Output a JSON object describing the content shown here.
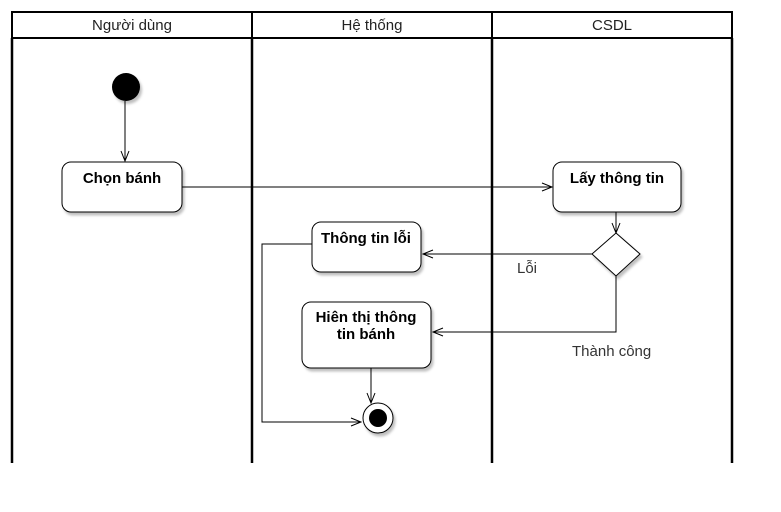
{
  "swimlanes": [
    {
      "title": "Người dùng"
    },
    {
      "title": "Hệ thống"
    },
    {
      "title": "CSDL"
    }
  ],
  "nodes": {
    "chon_banh": {
      "label": "Chọn bánh"
    },
    "lay_thong_tin": {
      "label": "Lấy thông tin"
    },
    "thong_tin_loi": {
      "label": "Thông tin lỗi"
    },
    "hien_thi": {
      "line1": "Hiên thị thông",
      "line2": "tin bánh"
    }
  },
  "edges": {
    "loi": {
      "label": "Lỗi"
    },
    "thanh_cong": {
      "label": "Thành công"
    }
  }
}
